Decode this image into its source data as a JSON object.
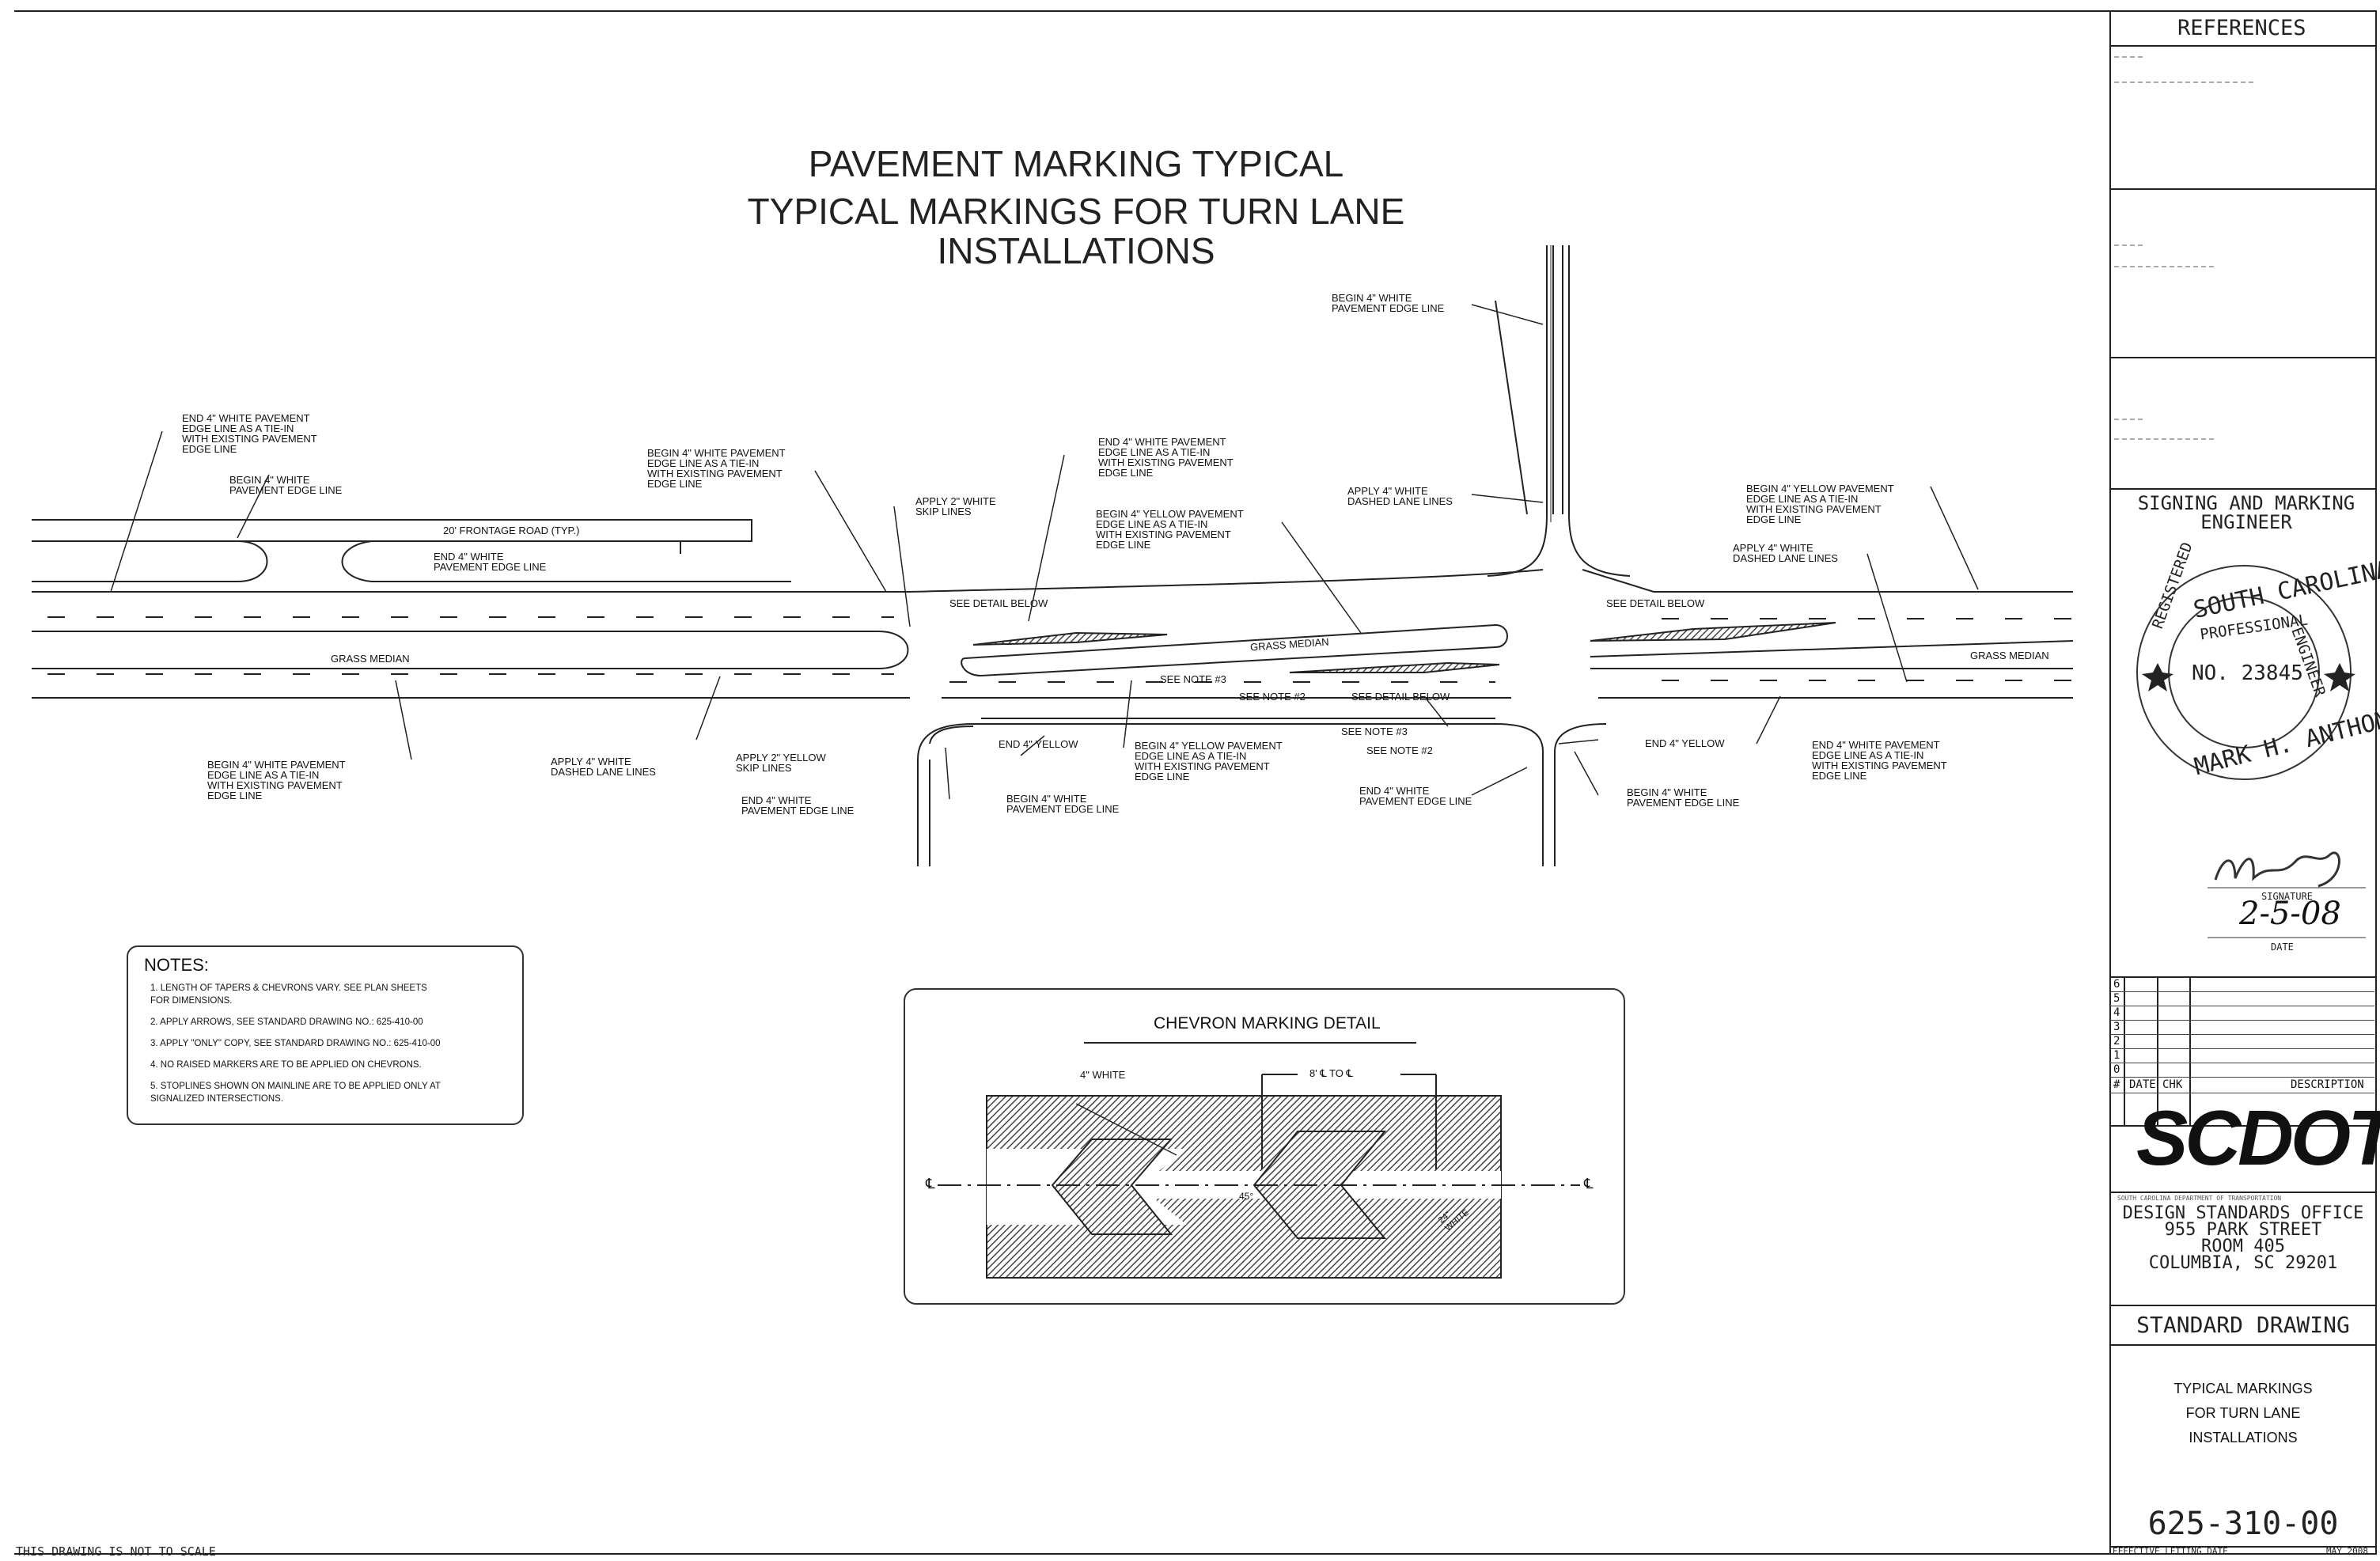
{
  "title": {
    "line1": "PAVEMENT MARKING TYPICAL",
    "line2": "TYPICAL MARKINGS FOR TURN LANE",
    "line3": "INSTALLATIONS"
  },
  "plan": {
    "labels": {
      "end_white_tie_left": "END 4\" WHITE PAVEMENT\nEDGE LINE AS A TIE-IN\nWITH EXISTING PAVEMENT\nEDGE LINE",
      "begin_white_edge_left": "BEGIN 4\" WHITE\nPAVEMENT EDGE LINE",
      "frontage_road": "20' FRONTAGE ROAD (TYP.)",
      "end_white_frontage": "END 4\" WHITE\nPAVEMENT EDGE LINE",
      "begin_white_tie_mid": "BEGIN 4\" WHITE PAVEMENT\nEDGE LINE AS A TIE-IN\nWITH EXISTING PAVEMENT\nEDGE LINE",
      "apply_2_white_skip": "APPLY 2\" WHITE\nSKIP LINES",
      "end_white_tie_mid": "END 4\" WHITE PAVEMENT\nEDGE LINE AS A TIE-IN\nWITH EXISTING PAVEMENT\nEDGE LINE",
      "begin_yellow_tie_mid": "BEGIN 4\" YELLOW PAVEMENT\nEDGE LINE AS A TIE-IN\nWITH EXISTING PAVEMENT\nEDGE LINE",
      "begin_white_edge_top": "BEGIN 4\" WHITE\nPAVEMENT EDGE LINE",
      "apply_white_dashed_top": "APPLY 4\" WHITE\nDASHED LANE LINES",
      "begin_yellow_tie_right": "BEGIN 4\" YELLOW PAVEMENT\nEDGE LINE AS A TIE-IN\nWITH EXISTING PAVEMENT\nEDGE LINE",
      "apply_white_dashed_right": "APPLY 4\" WHITE\nDASHED LANE LINES",
      "see_detail_below_1": "SEE DETAIL BELOW",
      "see_detail_below_2": "SEE DETAIL BELOW",
      "see_detail_below_3": "SEE DETAIL BELOW",
      "grass_median_left": "GRASS MEDIAN",
      "grass_median_center": "GRASS MEDIAN",
      "grass_median_right": "GRASS MEDIAN",
      "see_note_3a": "SEE NOTE #3",
      "see_note_2a": "SEE NOTE #2",
      "see_note_3b": "SEE NOTE #3",
      "see_note_2b": "SEE NOTE #2",
      "begin_white_tie_bottom_left": "BEGIN 4\" WHITE PAVEMENT\nEDGE LINE AS A TIE-IN\nWITH EXISTING PAVEMENT\nEDGE LINE",
      "apply_white_dashed_bottom": "APPLY 4\" WHITE\nDASHED LANE LINES",
      "apply_2_yellow_skip": "APPLY 2\" YELLOW\nSKIP LINES",
      "end_white_edge_b1": "END 4\" WHITE\nPAVEMENT EDGE LINE",
      "end_yellow_1": "END 4\" YELLOW",
      "begin_white_edge_b1": "BEGIN 4\" WHITE\nPAVEMENT EDGE LINE",
      "begin_yellow_tie_bottom": "BEGIN 4\" YELLOW PAVEMENT\nEDGE LINE AS A TIE-IN\nWITH EXISTING PAVEMENT\nEDGE LINE",
      "end_white_edge_b2": "END 4\" WHITE\nPAVEMENT EDGE LINE",
      "end_yellow_2": "END 4\" YELLOW",
      "begin_white_edge_b2": "BEGIN 4\" WHITE\nPAVEMENT EDGE LINE",
      "end_white_tie_bottom_right": "END 4\" WHITE PAVEMENT\nEDGE LINE AS A TIE-IN\nWITH EXISTING PAVEMENT\nEDGE LINE"
    }
  },
  "notes": {
    "heading": "NOTES:",
    "items": [
      "1.  LENGTH OF TAPERS & CHEVRONS VARY.  SEE PLAN SHEETS\n     FOR DIMENSIONS.",
      "2.  APPLY ARROWS, SEE STANDARD DRAWING NO.: 625-410-00",
      "3.  APPLY \"ONLY\" COPY, SEE STANDARD DRAWING NO.: 625-410-00",
      "4.  NO RAISED MARKERS ARE TO BE APPLIED ON CHEVRONS.",
      "5.  STOPLINES SHOWN ON MAINLINE ARE TO BE APPLIED ONLY AT\n     SIGNALIZED INTERSECTIONS."
    ]
  },
  "detail": {
    "title": "CHEVRON MARKING DETAIL",
    "white_label": "4\" WHITE",
    "spacing_label": "8' ℄ TO ℄",
    "cl_symbol": "℄",
    "angle": "45°",
    "chevron_width": "24\"\nWHITE"
  },
  "title_block": {
    "references": "REFERENCES",
    "engineer_heading": "SIGNING AND MARKING\nENGINEER",
    "seal": {
      "top_text": "SOUTH CAROLINA",
      "left_text": "REGISTERED",
      "right_text": "ENGINEER",
      "inner_top": "PROFESSIONAL",
      "number": "NO. 23845",
      "bottom_text": "MARK H. ANTHONY"
    },
    "signature_label": "SIGNATURE",
    "date_value": "2-5-08",
    "date_label": "DATE",
    "revisions": {
      "rows": [
        "6",
        "5",
        "4",
        "3",
        "2",
        "1",
        "0"
      ],
      "headers": [
        "#",
        "DATE",
        "CHK",
        "DESCRIPTION"
      ]
    },
    "agency_logo": "SCDOT",
    "agency_full": "SOUTH CAROLINA DEPARTMENT OF TRANSPORTATION",
    "office": "DESIGN STANDARDS OFFICE\n955 PARK STREET\nROOM 405\nCOLUMBIA, SC 29201",
    "standard_drawing": "STANDARD DRAWING",
    "drawing_title": "TYPICAL MARKINGS\nFOR TURN LANE\nINSTALLATIONS",
    "drawing_number": "625-310-00",
    "effective_label": "EFFECTIVE LETTING DATE",
    "effective_date": "MAY 2008"
  },
  "footer": {
    "scale_note": "THIS DRAWING IS NOT TO SCALE"
  }
}
